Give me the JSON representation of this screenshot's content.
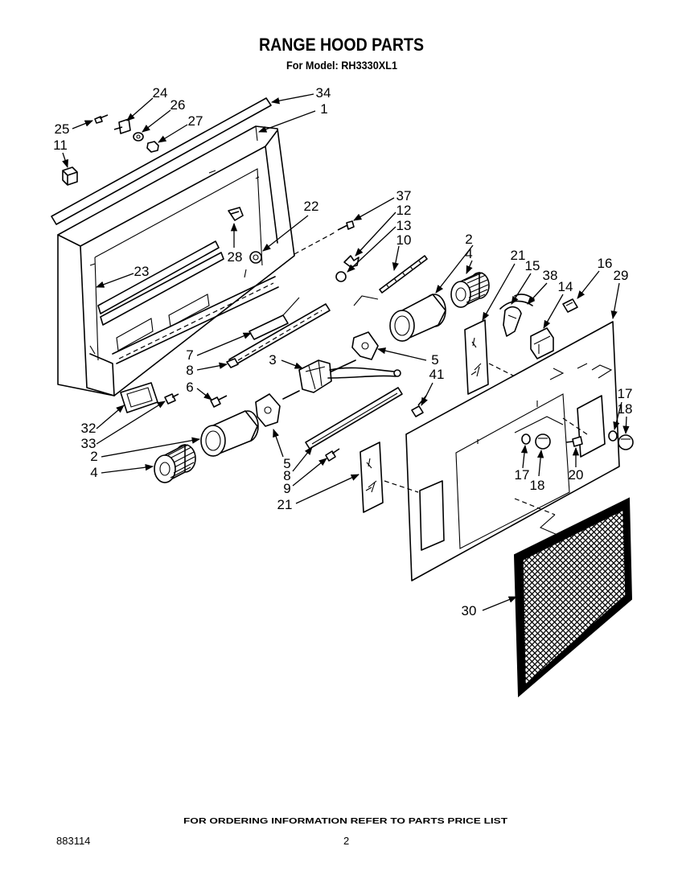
{
  "title": "RANGE HOOD PARTS",
  "subtitle": "For Model: RH3330XL1",
  "callouts": [
    "34",
    "1",
    "24",
    "26",
    "25",
    "27",
    "11",
    "22",
    "37",
    "12",
    "13",
    "10",
    "23",
    "28",
    "2",
    "4",
    "21",
    "15",
    "38",
    "14",
    "16",
    "29",
    "7",
    "3",
    "8",
    "5",
    "41",
    "6",
    "32",
    "33",
    "2",
    "4",
    "5",
    "8",
    "9",
    "21",
    "17",
    "18",
    "17",
    "18",
    "20",
    "30"
  ],
  "footer": {
    "notice": "FOR ORDERING INFORMATION REFER TO PARTS PRICE LIST",
    "doc_number": "883114",
    "page_number": "2"
  }
}
